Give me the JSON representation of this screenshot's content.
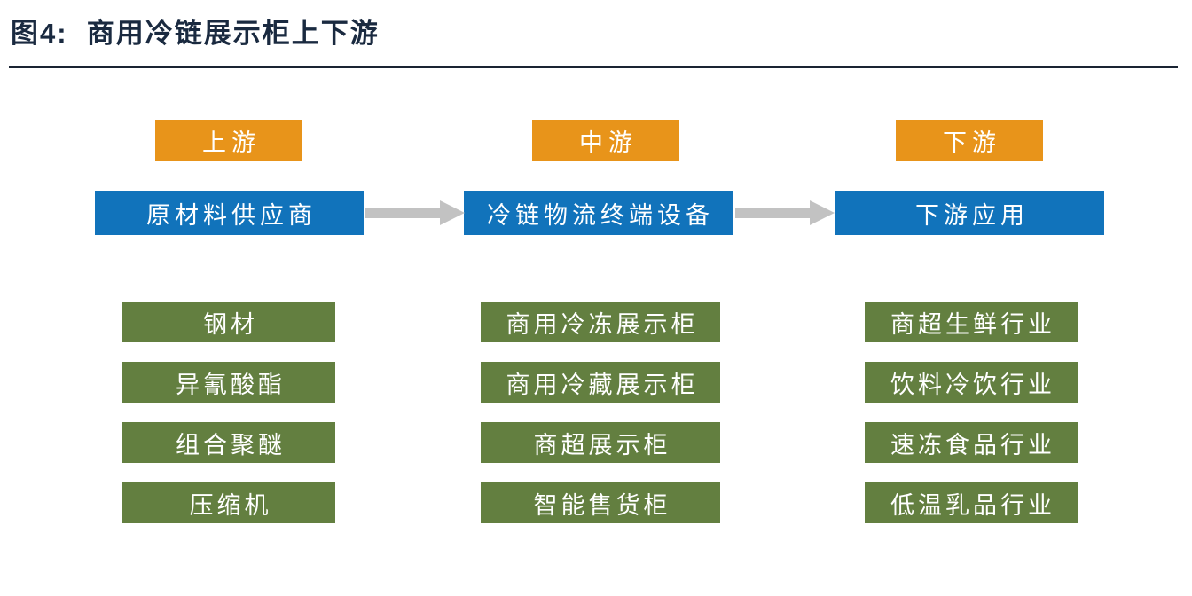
{
  "title": "图4:  商用冷链展示柜上下游",
  "colors": {
    "title_color": "#1A2A40",
    "rule_color": "#1A2433",
    "stage_bg": "#E8941A",
    "node_bg": "#1173BB",
    "item_bg": "#637F40",
    "arrow_color": "#C2C2C2",
    "text_light": "#FFFFFF"
  },
  "columns": [
    {
      "stage": "上游",
      "node": "原材料供应商",
      "items": [
        "钢材",
        "异氰酸酯",
        "组合聚醚",
        "压缩机"
      ]
    },
    {
      "stage": "中游",
      "node": "冷链物流终端设备",
      "items": [
        "商用冷冻展示柜",
        "商用冷藏展示柜",
        "商超展示柜",
        "智能售货柜"
      ]
    },
    {
      "stage": "下游",
      "node": "下游应用",
      "items": [
        "商超生鲜行业",
        "饮料冷饮行业",
        "速冻食品行业",
        "低温乳品行业"
      ]
    }
  ]
}
